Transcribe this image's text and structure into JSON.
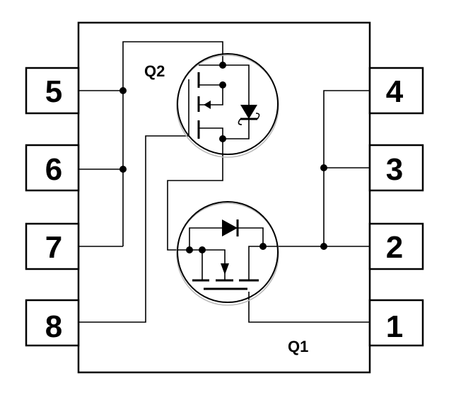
{
  "diagram": {
    "pins": [
      {
        "number": "5",
        "side": "left"
      },
      {
        "number": "6",
        "side": "left"
      },
      {
        "number": "7",
        "side": "left"
      },
      {
        "number": "8",
        "side": "left"
      },
      {
        "number": "4",
        "side": "right"
      },
      {
        "number": "3",
        "side": "right"
      },
      {
        "number": "2",
        "side": "right"
      },
      {
        "number": "1",
        "side": "right"
      }
    ],
    "transistors": [
      {
        "label": "Q2"
      },
      {
        "label": "Q1"
      }
    ]
  }
}
